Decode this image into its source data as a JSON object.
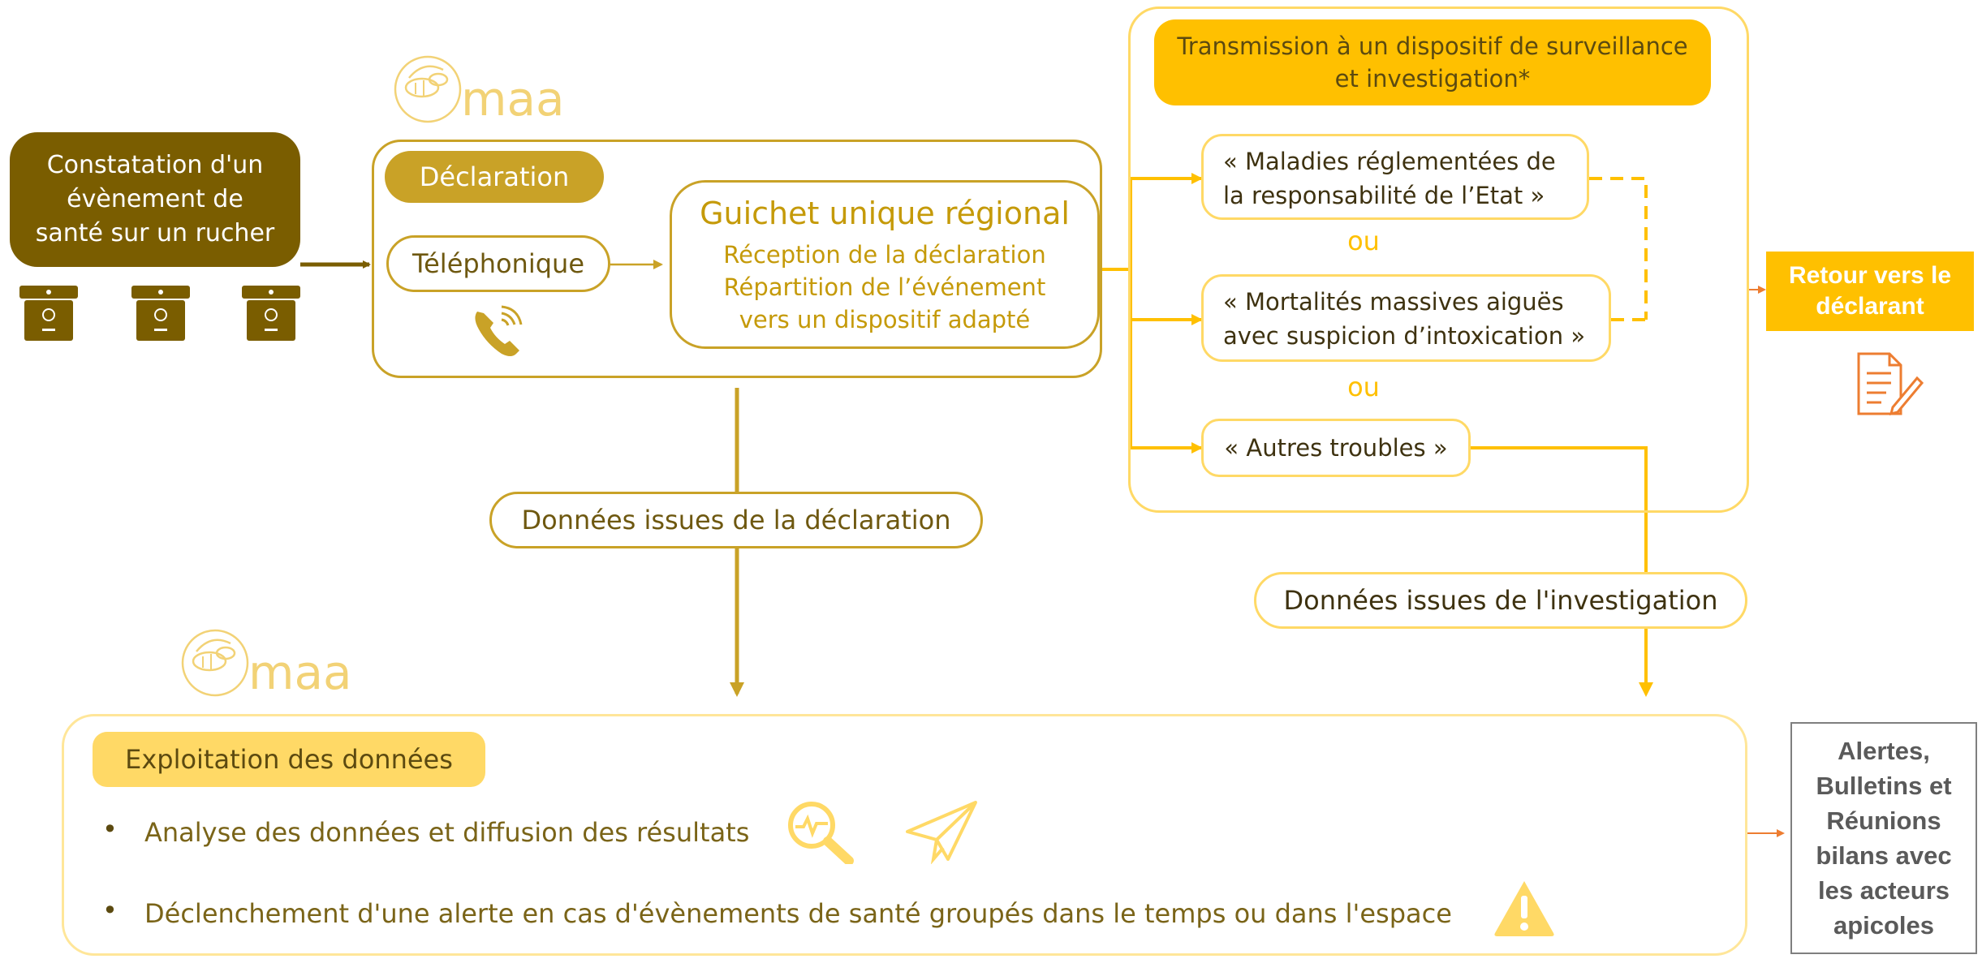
{
  "colors": {
    "brown_dark": "#7a5d00",
    "gold": "#c9a227",
    "gold_light": "#f2d276",
    "yellow": "#ffc000",
    "yellow_light": "#ffd966",
    "orange": "#ed7d31",
    "text_brown": "#5c4a10"
  },
  "logo": {
    "text": "maa",
    "icon": "bee-logo-icon"
  },
  "start": {
    "text": "Constatation d'un\névènement de\nsanté sur un rucher",
    "icons": [
      "beehive-icon",
      "beehive-icon",
      "beehive-icon"
    ]
  },
  "declaration": {
    "header": "Déclaration",
    "channel": "Téléphonique",
    "channel_icon": "phone-icon",
    "guichet": {
      "title": "Guichet unique régional",
      "lines": "Réception de la déclaration\nRépartition de l’événement\nvers un dispositif adapté"
    }
  },
  "transmission": {
    "header": "Transmission à un dispositif de surveillance\net investigation*",
    "options": [
      "« Maladies réglementées de\nla responsabilité de l’Etat »",
      "« Mortalités massives aiguës\navec suspicion d’intoxication »",
      "« Autres troubles »"
    ],
    "separator": "ou"
  },
  "retour": {
    "text": "Retour vers le\ndéclarant",
    "icon": "document-pen-icon"
  },
  "data_declaration": "Données issues de la déclaration",
  "data_investigation": "Données issues de l'investigation",
  "exploitation": {
    "header": "Exploitation des données",
    "bullets": [
      "Analyse des données et diffusion des résultats",
      "Déclenchement d'une alerte en cas d'évènements de santé groupés dans le temps ou dans l'espace"
    ],
    "icons": [
      "magnifier-pulse-icon",
      "paper-plane-icon",
      "warning-icon"
    ]
  },
  "output": {
    "text": "Alertes,\nBulletins et\nRéunions\nbilans avec\nles acteurs\napicoles"
  }
}
